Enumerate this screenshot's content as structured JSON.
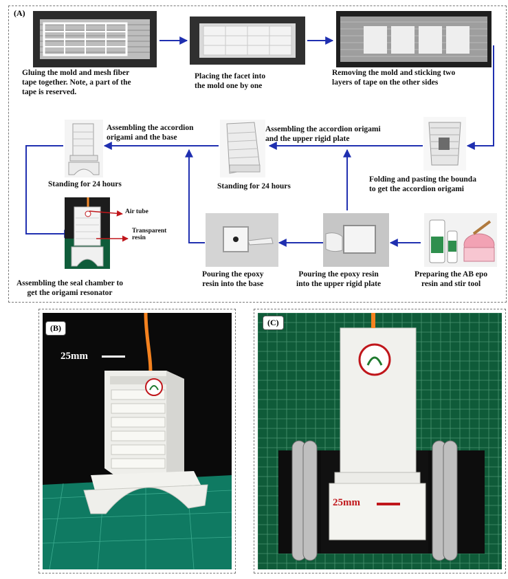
{
  "panels": {
    "a_label": "(A)",
    "b_label": "(B)",
    "c_label": "(C)"
  },
  "captions": {
    "step1": [
      "Gluing the mold and mesh fiber",
      "tape together. Note, a part of the",
      "tape is reserved."
    ],
    "step2": [
      "Placing the facet into",
      "the mold one by one"
    ],
    "step3": [
      "Removing the mold and sticking two",
      "layers of tape on the other sides"
    ],
    "step4": [
      "Folding and pasting the bounda",
      "to get the accordion origami"
    ],
    "step5": [
      "Assembling the accordion origami",
      "and the upper rigid plate"
    ],
    "step5b": "Standing for 24 hours",
    "step6": [
      "Assembling the accordion",
      "origami and the base"
    ],
    "step6b": "Standing for 24 hours",
    "step7": [
      "Preparing the AB epo",
      "resin and stir tool"
    ],
    "step8": [
      "Pouring the epoxy resin",
      "into the upper rigid plate"
    ],
    "step9": [
      "Pouring the epoxy",
      "resin into the base"
    ],
    "step10": [
      "Assembling the seal chamber to",
      "get the origami resonator"
    ],
    "air_tube": "Air tube",
    "transparent_resin": [
      "Transparent",
      "resin"
    ]
  },
  "scale": {
    "b": "25mm",
    "c": "25mm"
  },
  "colors": {
    "arrow": "#1f2fb0",
    "scale_c": "#c0161b",
    "mat_green": "#0f5c3a",
    "pointer": "#c0161b"
  }
}
